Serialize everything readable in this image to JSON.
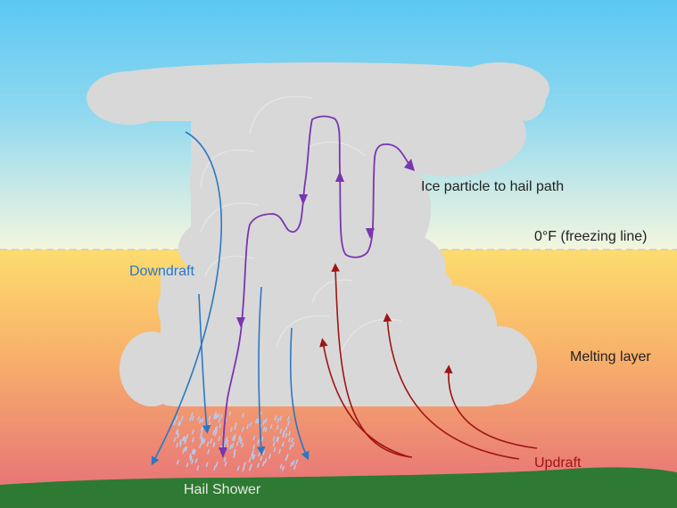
{
  "labels": {
    "ice_path": "Ice particle to hail path",
    "freezing_line": "0°F (freezing line)",
    "downdraft": "Downdraft",
    "melting_layer": "Melting layer",
    "updraft": "Updraft",
    "hail_shower": "Hail Shower"
  },
  "colors": {
    "sky_top": "#5bc8f2",
    "sky_bottom": "#f6f6dc",
    "warm_top": "#fddc6e",
    "warm_mid": "#f5a06a",
    "warm_bottom": "#e8707a",
    "cloud": "#d8d8d8",
    "ground": "#2e7a32",
    "downdraft": "#2b78c2",
    "updraft": "#a01414",
    "ice_path": "#7a35b0",
    "hail": "#b8c8ec",
    "text": "#222222"
  },
  "icons": {
    "freezing_line": "dashed-line",
    "arrowheads": "triangle-arrow"
  }
}
